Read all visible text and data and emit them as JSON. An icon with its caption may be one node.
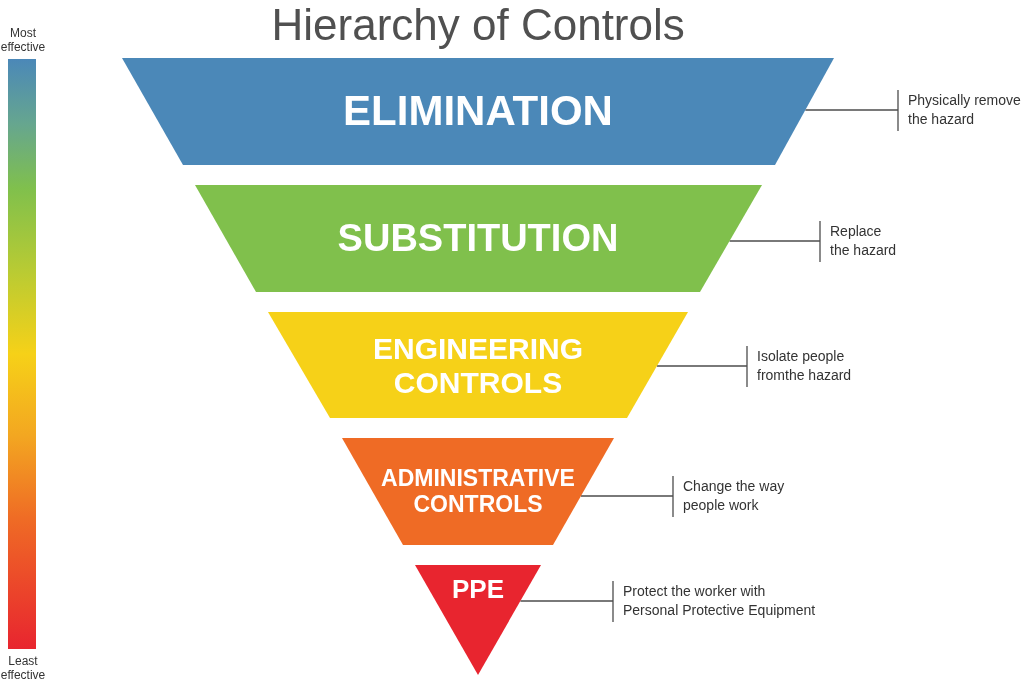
{
  "diagram": {
    "title": "Hierarchy of Controls",
    "nodes": [
      {
        "text": [],
        "shape": "bar",
        "beside": [
          "Most effective",
          "Least effective"
        ]
      },
      {
        "text": [
          "ELIMINATION"
        ]
      },
      {
        "text": [
          "Physically remove the hazard"
        ]
      },
      {
        "text": [
          "SUBSTITUTION"
        ]
      },
      {
        "text": [
          "Replace the hazard"
        ]
      },
      {
        "text": [
          "ENGINEERING CONTROLS"
        ]
      },
      {
        "text": [
          "Isolate people fromthe hazard"
        ]
      },
      {
        "text": [
          "ADMINISTRATIVE CONTROLS"
        ]
      },
      {
        "text": [
          "Change the way people work"
        ]
      },
      {
        "text": [
          "PPE"
        ]
      },
      {
        "text": [
          "Protect the worker with Personal Protective Equipment"
        ]
      }
    ],
    "edges": [
      {
        "from": 2,
        "to": 1,
        "arrow": "none"
      },
      {
        "from": 4,
        "to": 3,
        "arrow": "none"
      },
      {
        "from": 6,
        "to": 5,
        "arrow": "none"
      },
      {
        "from": 8,
        "to": 7,
        "arrow": "none"
      },
      {
        "from": 10,
        "to": 9,
        "arrow": "none"
      }
    ]
  }
}
